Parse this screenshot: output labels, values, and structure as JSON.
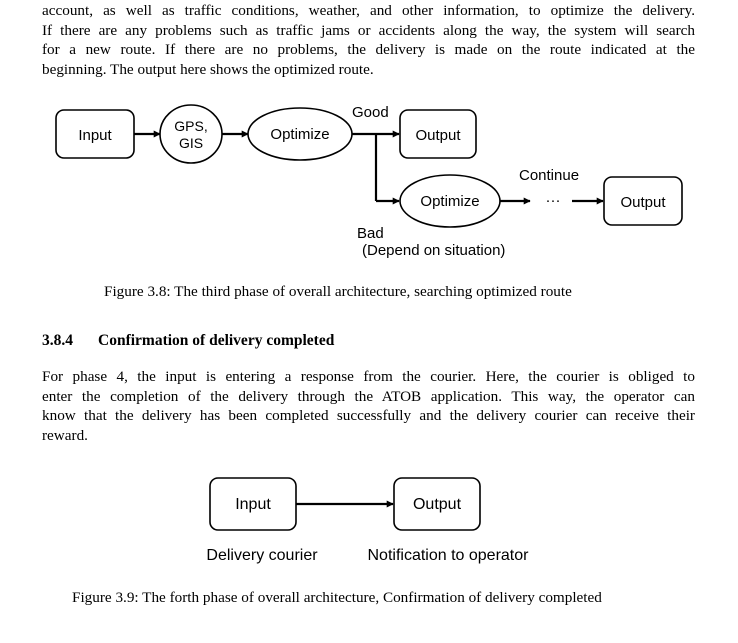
{
  "intro_paragraph": {
    "lines": [
      "account, as well as traffic conditions, weather, and other information, to optimize the delivery.",
      "If there are any problems such as traffic jams or accidents along the way, the system will search",
      "for a new route.  If there are no problems, the delivery is made on the route indicated at the",
      "beginning.  The output here shows the optimized route."
    ]
  },
  "figure_3_8": {
    "nodes": {
      "input": "Input",
      "gps_line1": "GPS,",
      "gps_line2": "GIS",
      "optimize": "Optimize",
      "output_good": "Output",
      "optimize_bad": "Optimize",
      "ellipsis": "···",
      "output_final": "Output"
    },
    "labels": {
      "good": "Good",
      "bad": "Bad",
      "depend": "(Depend on situation)",
      "continue": "Continue"
    },
    "caption": "Figure 3.8: The third phase of overall architecture, searching optimized route"
  },
  "section": {
    "number": "3.8.4",
    "title": "Confirmation of delivery completed"
  },
  "phase4_paragraph": {
    "lines": [
      "For phase 4, the input is entering a response from the courier.  Here, the courier is obliged to",
      "enter the completion of the delivery through the ATOB application. This way, the operator can",
      "know that the delivery has been completed successfully and the delivery courier can receive their",
      "reward."
    ]
  },
  "figure_3_9": {
    "nodes": {
      "input": "Input",
      "output": "Output"
    },
    "labels": {
      "input_sub": "Delivery courier",
      "output_sub": "Notification to operator"
    },
    "caption": "Figure 3.9: The forth phase of overall architecture, Confirmation of delivery completed"
  }
}
